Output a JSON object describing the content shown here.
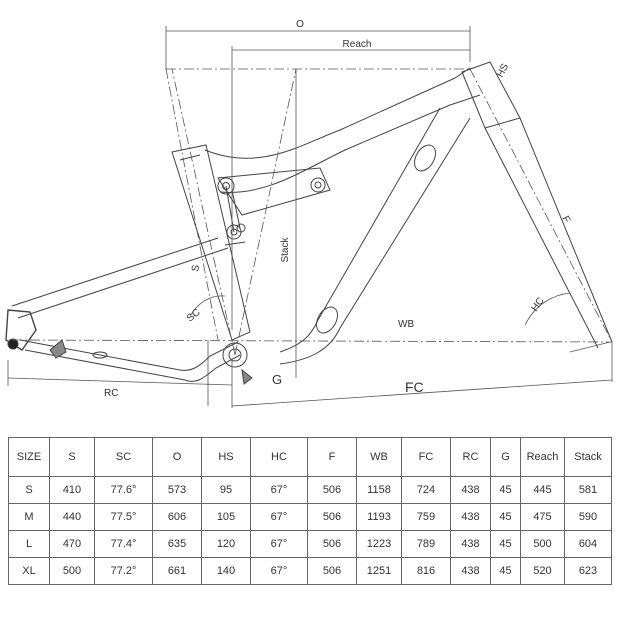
{
  "labels": {
    "o": "O",
    "reach": "Reach",
    "hs": "HS",
    "stack": "Stack",
    "f": "F",
    "s": "S",
    "sc": "SC",
    "hc": "HC",
    "wb": "WB",
    "g": "G",
    "rc": "RC",
    "fc": "FC"
  },
  "table": {
    "headers": [
      "SIZE",
      "S",
      "SC",
      "O",
      "HS",
      "HC",
      "F",
      "WB",
      "FC",
      "RC",
      "G",
      "Reach",
      "Stack"
    ],
    "rows": [
      [
        "S",
        "410",
        "77.6°",
        "573",
        "95",
        "67°",
        "506",
        "1158",
        "724",
        "438",
        "45",
        "445",
        "581"
      ],
      [
        "M",
        "440",
        "77.5°",
        "606",
        "105",
        "67°",
        "506",
        "1193",
        "759",
        "438",
        "45",
        "475",
        "590"
      ],
      [
        "L",
        "470",
        "77.4°",
        "635",
        "120",
        "67°",
        "506",
        "1223",
        "789",
        "438",
        "45",
        "500",
        "604"
      ],
      [
        "XL",
        "500",
        "77.2°",
        "661",
        "140",
        "67°",
        "506",
        "1251",
        "816",
        "438",
        "45",
        "520",
        "623"
      ]
    ]
  }
}
